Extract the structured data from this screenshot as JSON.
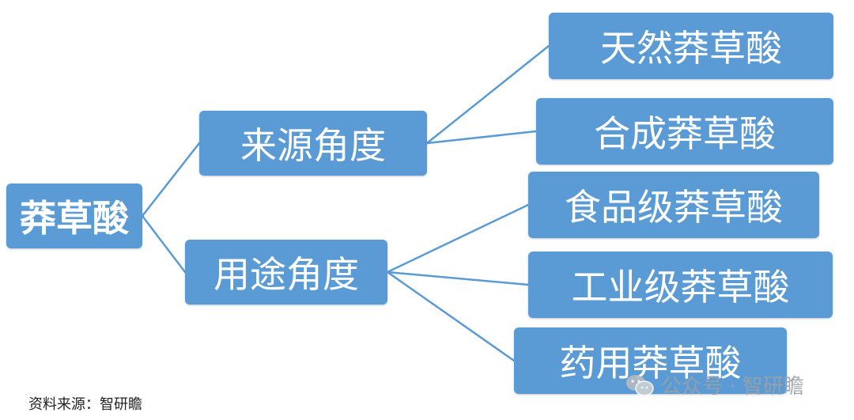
{
  "diagram": {
    "root": {
      "label": "莽草酸"
    },
    "categories": [
      {
        "label": "来源角度",
        "children": [
          "天然莽草酸",
          "合成莽草酸"
        ]
      },
      {
        "label": "用途角度",
        "children": [
          "食品级莽草酸",
          "工业级莽草酸",
          "药用莽草酸"
        ]
      }
    ]
  },
  "footer": {
    "source": "资料来源：智研瞻"
  },
  "watermark": {
    "icon": "wechat-icon",
    "text": "公众号 · 智研瞻"
  },
  "colors": {
    "node_fill": "#5b9bd5",
    "node_text": "#ffffff",
    "connector": "#5b9bd5"
  }
}
